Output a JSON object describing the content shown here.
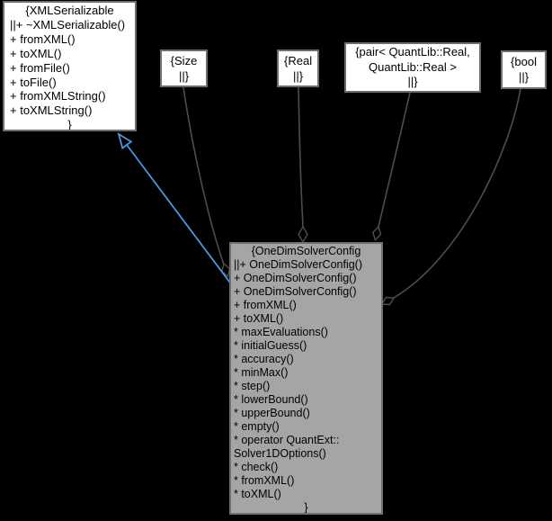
{
  "diagram": {
    "kind": "uml-collaboration-graph",
    "focus_class": "OneDimSolverConfig"
  },
  "colors": {
    "background": "#000000",
    "edge-line": "#4d4d4d",
    "inheritance-line": "#4d96db",
    "node-fill": "#ffffff",
    "node-border": "#6e6e6e",
    "node-text": "#000000",
    "focus-fill": "#a5a5a5",
    "focus-border": "#707070"
  },
  "nodes": {
    "xmlserializable": {
      "lines": [
        "{XMLSerializable",
        "||+ ~XMLSerializable()",
        "+ fromXML()",
        "+ toXML()",
        "+ fromFile()",
        "+ toFile()",
        "+ fromXMLString()",
        "+ toXMLString()",
        "}"
      ]
    },
    "size": {
      "lines": [
        "{Size",
        "||}"
      ]
    },
    "real": {
      "lines": [
        "{Real",
        "||}"
      ]
    },
    "pair": {
      "lines": [
        "{pair< QuantLib::Real,",
        "QuantLib::Real >",
        "||}"
      ]
    },
    "bool": {
      "lines": [
        "{bool",
        "||}"
      ]
    },
    "onedimsolverconfig": {
      "lines": [
        "{OneDimSolverConfig",
        "||+ OneDimSolverConfig()",
        "+ OneDimSolverConfig()",
        "+ OneDimSolverConfig()",
        "+ fromXML()",
        "+ toXML()",
        "* maxEvaluations()",
        "* initialGuess()",
        "* accuracy()",
        "* minMax()",
        "* step()",
        "* lowerBound()",
        "* upperBound()",
        "* empty()",
        "* operator QuantExt::",
        "Solver1DOptions()",
        "* check()",
        "* fromXML()",
        "* toXML()",
        "}"
      ]
    }
  },
  "edges": [
    {
      "from": "OneDimSolverConfig",
      "to": "XMLSerializable",
      "relation": "inheritance"
    },
    {
      "from": "Size",
      "to": "OneDimSolverConfig",
      "relation": "aggregation"
    },
    {
      "from": "Real",
      "to": "OneDimSolverConfig",
      "relation": "aggregation"
    },
    {
      "from": "pair< QuantLib::Real, QuantLib::Real >",
      "to": "OneDimSolverConfig",
      "relation": "aggregation"
    },
    {
      "from": "bool",
      "to": "OneDimSolverConfig",
      "relation": "aggregation"
    }
  ]
}
